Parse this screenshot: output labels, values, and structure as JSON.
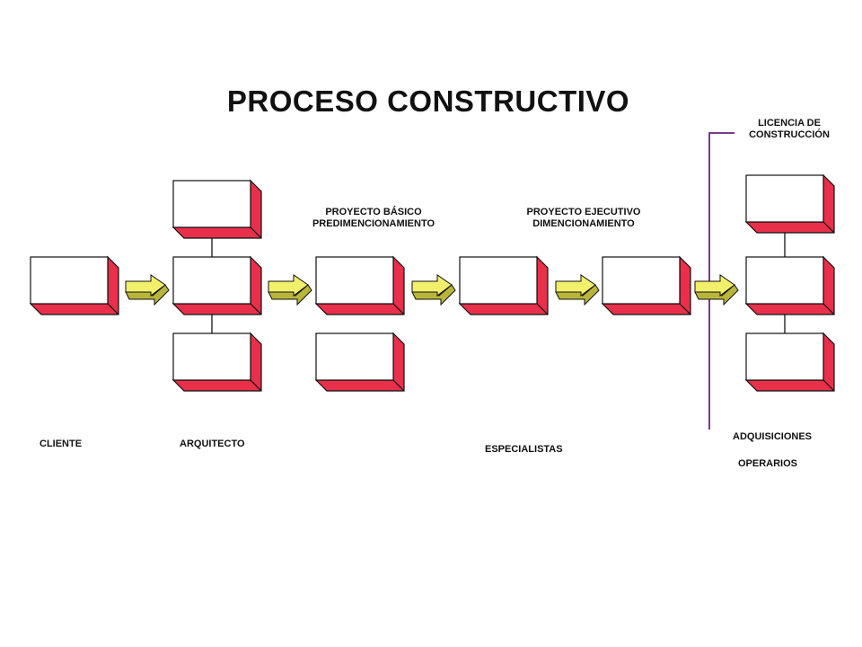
{
  "title": "PROCESO CONSTRUCTIVO",
  "licencia": [
    "LICENCIA DE",
    "CONSTRUCCIÓN"
  ],
  "proyecto_basico": [
    "PROYECTO BÁSICO",
    "PREDIMENCIONAMIENTO"
  ],
  "proyecto_ejecutivo": [
    "PROYECTO EJECUTIVO",
    "DIMENCIONAMIENTO"
  ],
  "roles": {
    "cliente": "CLIENTE",
    "arquitecto": "ARQUITECTO",
    "especialistas": "ESPECIALISTAS",
    "adquisiciones": "ADQUISICIONES",
    "operarios": "OPERARIOS"
  },
  "colors": {
    "box_face": "#ffffff",
    "box_side": "#e8304a",
    "box_outline": "#111111",
    "arrow_fill": "#f2ef6a",
    "bracket_line": "#7a3b8f",
    "connector": "#333333"
  }
}
